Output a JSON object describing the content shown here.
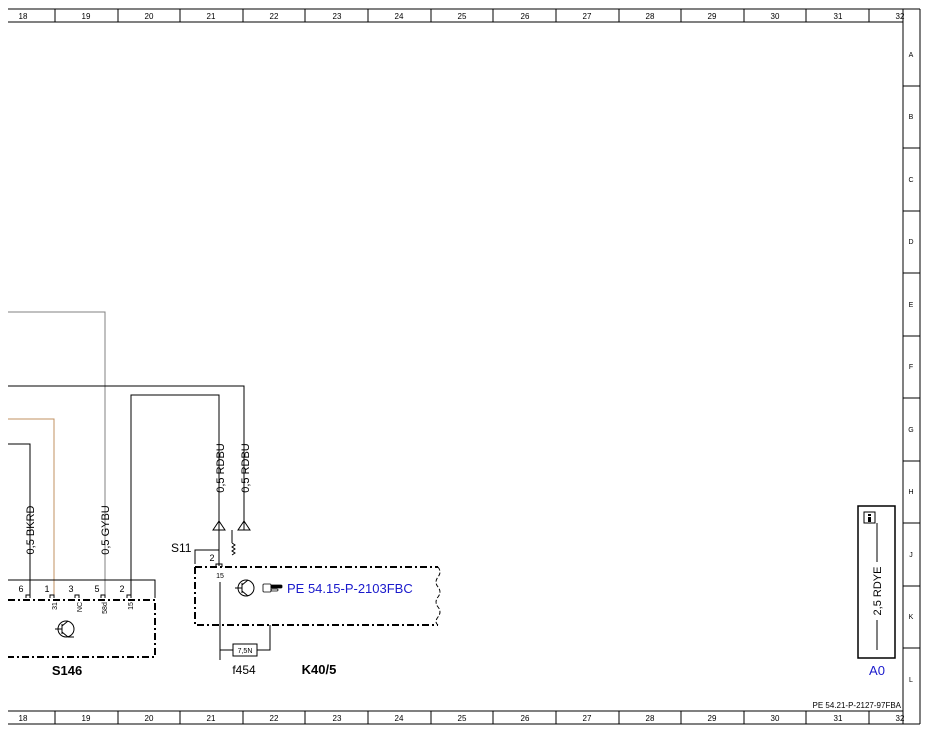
{
  "grid": {
    "columns": [
      "18",
      "19",
      "20",
      "21",
      "22",
      "23",
      "24",
      "25",
      "26",
      "27",
      "28",
      "29",
      "30",
      "31",
      "32"
    ],
    "rows": [
      "A",
      "B",
      "C",
      "D",
      "E",
      "F",
      "G",
      "H",
      "J",
      "K",
      "L"
    ]
  },
  "colors": {
    "line": "#000000",
    "brown_wire": "#c09060",
    "gray_wire": "#808080",
    "link": "#1a1acc"
  },
  "wires": {
    "bkrd": "0,5 BKRD",
    "gybu": "0,5 GYBU",
    "rdbu_1": "0,5 RDBU",
    "rdbu_2": "0,5 RDBU",
    "rdye": "2,5 RDYE"
  },
  "connector_s146": {
    "label": "S146",
    "pins": [
      "6",
      "1",
      "3",
      "5",
      "2"
    ],
    "terminals": [
      "31",
      "NC",
      "58d",
      "15"
    ]
  },
  "module_k40_5": {
    "label": "K40/5",
    "connector": "S11",
    "pin": "2",
    "terminal": "15",
    "link": "PE 54.15-P-2103FBC",
    "fuse_label": "f454",
    "fuse_rating": "7,5N"
  },
  "ground_a0": {
    "label": "A0",
    "info_icon": "info-icon"
  },
  "document_ref": "PE 54.21-P-2127-97FBA"
}
